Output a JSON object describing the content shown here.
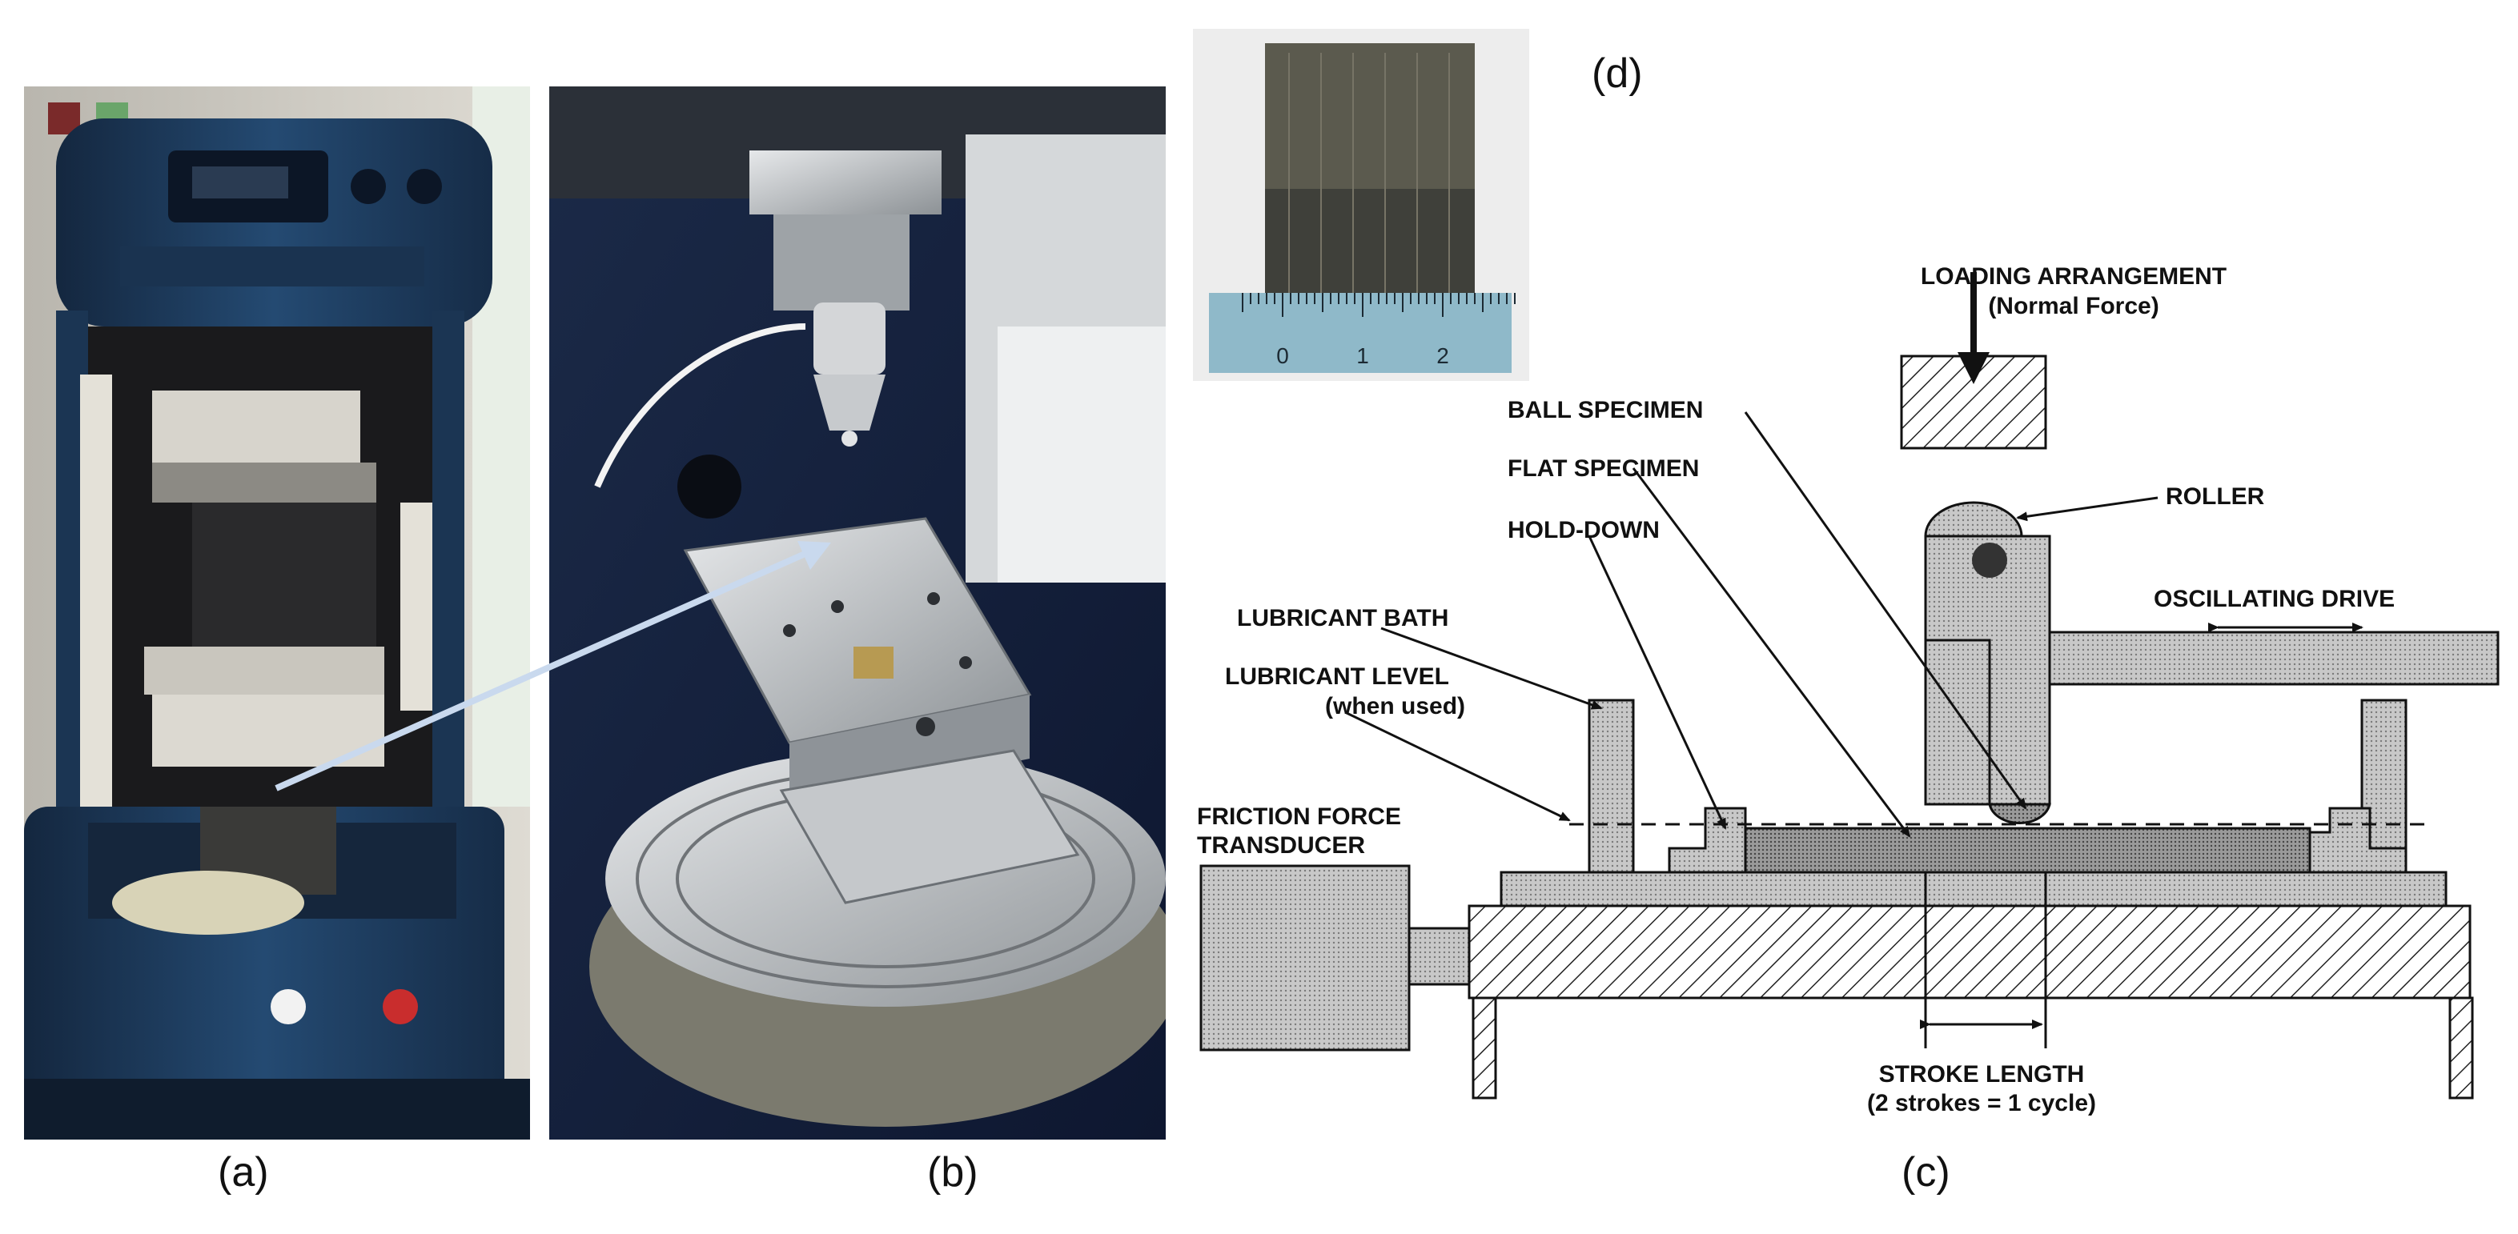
{
  "captions": {
    "a": "(a)",
    "b": "(b)",
    "c": "(c)",
    "d": "(d)"
  },
  "diagram_labels": {
    "loading_arrangement": "LOADING ARRANGEMENT",
    "normal_force": "(Normal Force)",
    "ball_specimen": "BALL SPECIMEN",
    "flat_specimen": "FLAT SPECIMEN",
    "roller": "ROLLER",
    "hold_down": "HOLD-DOWN",
    "oscillating_drive": "OSCILLATING DRIVE",
    "lubricant_bath": "LUBRICANT BATH",
    "lubricant_level": "LUBRICANT LEVEL",
    "when_used": "(when used)",
    "friction_force": "FRICTION FORCE",
    "transducer": "TRANSDUCER",
    "stroke_length": "STROKE LENGTH",
    "stroke_note": "(2 strokes = 1 cycle)"
  },
  "ruler": {
    "ticks": [
      "0",
      "1",
      "2"
    ]
  },
  "colors": {
    "tribometer_body": "#1f3a5c",
    "ruler": "#8fb9c9",
    "sample": "#4a4a40",
    "arrow": "#c9d9ee",
    "hatch": "#222222"
  }
}
